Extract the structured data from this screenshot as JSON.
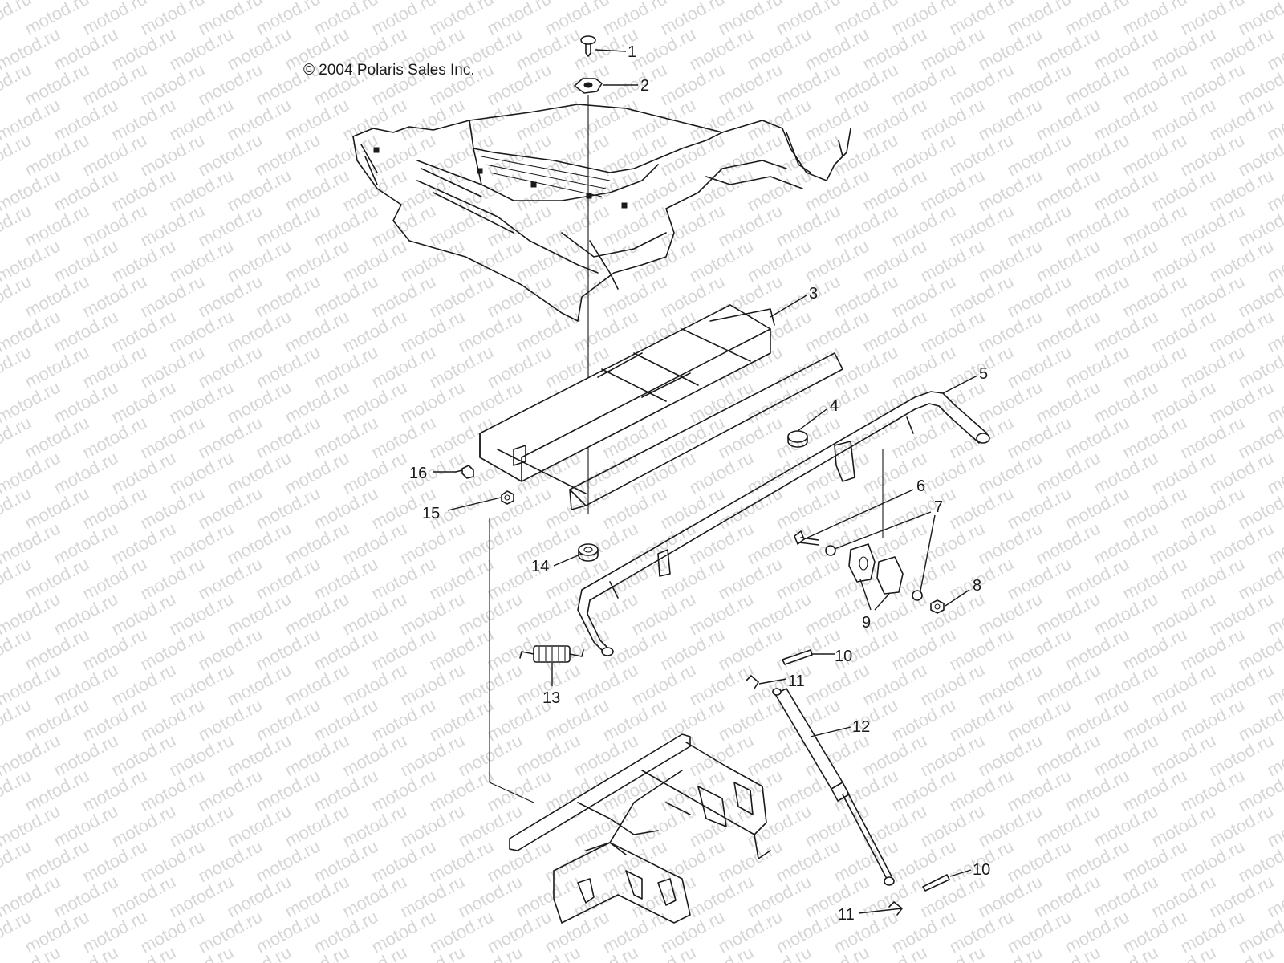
{
  "copyright": "© 2004 Polaris Sales Inc.",
  "watermark": "motod.ru",
  "callouts": [
    "1",
    "2",
    "3",
    "4",
    "5",
    "6",
    "7",
    "8",
    "9",
    "10",
    "10",
    "11",
    "11",
    "12",
    "13",
    "14",
    "15",
    "16"
  ],
  "colors": {
    "line": "#1a1a1a",
    "watermark": "#d6d6d6",
    "background": "#ffffff"
  }
}
